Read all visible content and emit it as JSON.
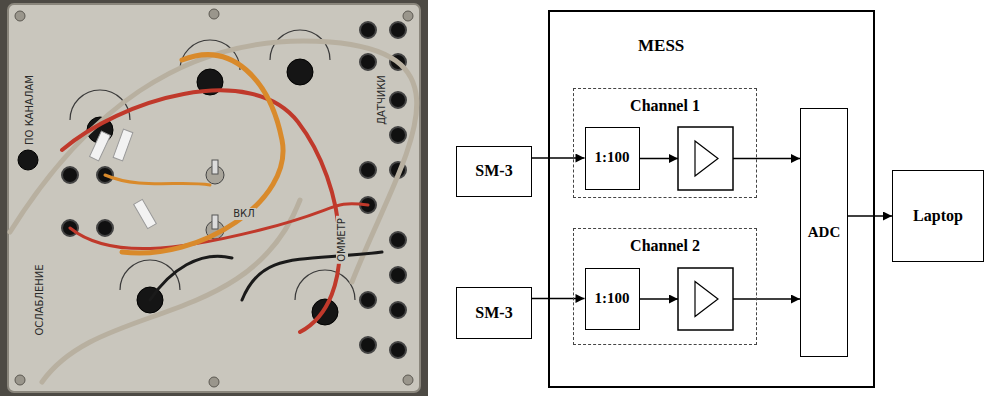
{
  "diagram": {
    "nodes": [
      {
        "text": [
          "MESS"
        ]
      },
      {
        "text": [
          "Channel 1"
        ],
        "in": 0
      },
      {
        "text": [
          "1:100"
        ],
        "in": 1
      },
      {
        "text": [
          "Channel 2"
        ],
        "in": 0
      },
      {
        "text": [
          "1:100"
        ],
        "in": 3
      },
      {
        "text": [
          "ADC"
        ],
        "in": 0
      },
      {
        "text": [
          "SM-3"
        ]
      },
      {
        "text": [
          "SM-3"
        ]
      },
      {
        "text": [
          "Laptop"
        ]
      }
    ],
    "edges": [
      {
        "from": 6,
        "to": 2,
        "arrow": "to"
      },
      {
        "from": 7,
        "to": 4,
        "arrow": "to"
      },
      {
        "from": 5,
        "to": 8,
        "arrow": "to"
      }
    ],
    "labels": [
      "ПО КАНАЛАМ",
      "ОСЛАБЛЕНИЕ",
      "ВКЛ",
      "ОММЕТР",
      "ДАТЧИКИ"
    ]
  }
}
